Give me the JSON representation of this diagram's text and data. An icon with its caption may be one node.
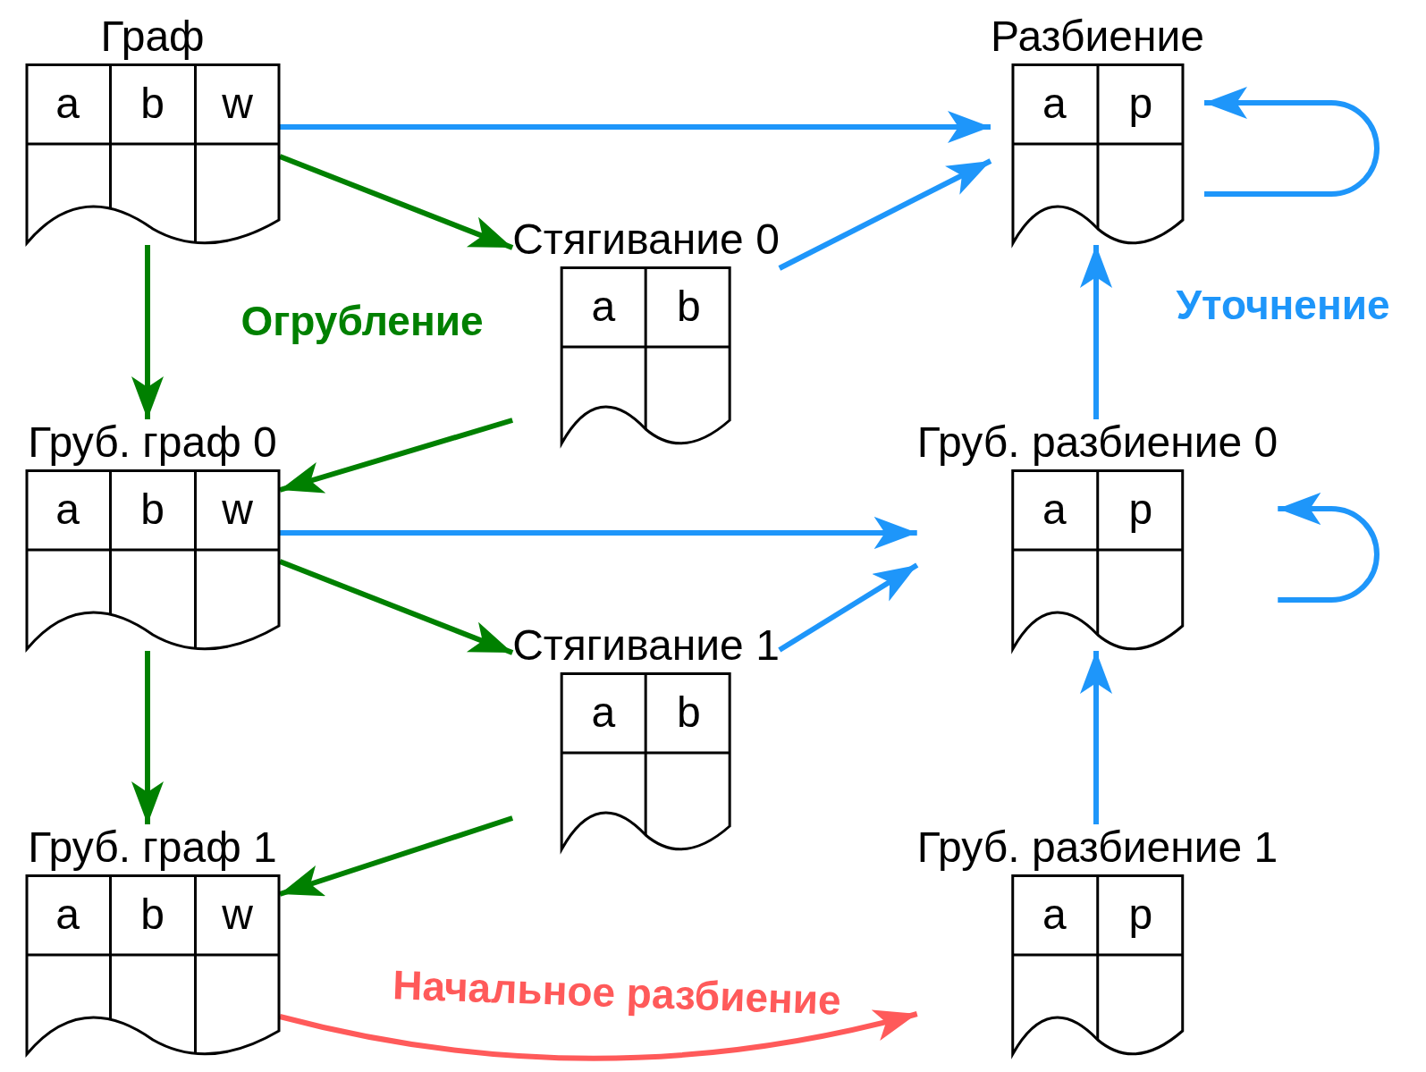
{
  "diagram": {
    "nodes": [
      {
        "text": [
          "Граф",
          "a",
          "b",
          "w"
        ]
      },
      {
        "text": [
          "Разбиение",
          "a",
          "p"
        ]
      },
      {
        "text": [
          "Стягивание 0",
          "a",
          "b"
        ]
      },
      {
        "text": [
          "Груб. граф 0",
          "a",
          "b",
          "w"
        ]
      },
      {
        "text": [
          "Груб. разбиение 0",
          "a",
          "p"
        ]
      },
      {
        "text": [
          "Стягивание 1",
          "a",
          "b"
        ]
      },
      {
        "text": [
          "Груб. граф 1",
          "a",
          "b",
          "w"
        ]
      },
      {
        "text": [
          "Груб. разбиение 1",
          "a",
          "p"
        ]
      }
    ],
    "edges": [
      {
        "from": 0,
        "to": 1,
        "arrow": "to"
      },
      {
        "from": 2,
        "to": 1,
        "arrow": "to"
      },
      {
        "from": 1,
        "to": 1,
        "arrow": "to"
      },
      {
        "from": 4,
        "to": 1,
        "arrow": "to"
      },
      {
        "from": 0,
        "to": 2,
        "arrow": "to",
        "color": "#008000"
      },
      {
        "from": 0,
        "to": 3,
        "arrow": "to",
        "color": "#008000"
      },
      {
        "from": 2,
        "to": 3,
        "arrow": "to",
        "color": "#008000"
      },
      {
        "from": 3,
        "to": 4,
        "arrow": "to"
      },
      {
        "from": 5,
        "to": 4,
        "arrow": "to"
      },
      {
        "from": 4,
        "to": 4,
        "arrow": "to"
      },
      {
        "from": 7,
        "to": 4,
        "arrow": "to"
      },
      {
        "from": 3,
        "to": 5,
        "arrow": "to",
        "color": "#008000"
      },
      {
        "from": 3,
        "to": 6,
        "arrow": "to",
        "color": "#008000"
      },
      {
        "from": 5,
        "to": 6,
        "arrow": "to",
        "color": "#008000"
      },
      {
        "from": 6,
        "to": 7,
        "arrow": "to",
        "color": "#ff5a5a",
        "label": "Начальное разбиение"
      }
    ],
    "labels": [
      "Огрубление",
      "Уточнение"
    ]
  }
}
